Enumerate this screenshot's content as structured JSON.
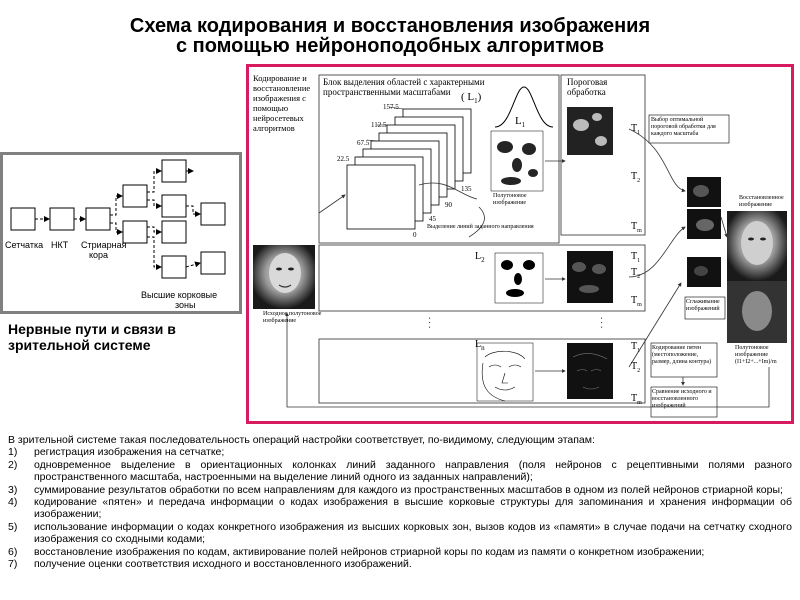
{
  "title": {
    "line1": "Схема кодирования и восстановления изображения",
    "line2": "с помощью  нейроноподобных  алгоритмов"
  },
  "left_diagram": {
    "labels": {
      "retina": "Сетчатка",
      "lgn": "НКТ",
      "striate1": "Стриарная",
      "striate2": "кора",
      "higher1": "Высшие корковые",
      "higher2": "зоны"
    },
    "caption1": "Нервные пути и связи в",
    "caption2": "зрительной системе"
  },
  "main_diagram": {
    "coding_label": "Кодирование и восстановление изображения с помощью нейросетевых алгоритмов",
    "block_title": "Блок выделения областей с характерными пространственными масштабами",
    "block_symbol": "( L",
    "block_sub": "1",
    "block_close": ")",
    "angles": [
      "157.5",
      "112.5",
      "67.5",
      "22.5",
      "135",
      "90",
      "45",
      "0"
    ],
    "lines_label": "Выделение линий заданного направления",
    "halftone": "Полутоновое изображение",
    "source_image": "Исходное полутоновое изображение",
    "threshold_title": "Пороговая обработка",
    "threshold_choice": "Выбор оптимальной пороговой обработки для каждого масштаба",
    "restored": "Восстановленное изображение",
    "smoothing": "Сглаживание изображений",
    "spot_coding": "Кодирование пятен (местоположение, размер, длина контура)",
    "compare": "Сравнение исходного и восстановленного изображений",
    "halftone_formula": "Полутоновое изображение (I1+I2+...+Im)/m",
    "L1": "L",
    "L1s": "1",
    "L2": "L",
    "L2s": "2",
    "Ln": "L",
    "Lns": "n",
    "T": "T",
    "t1": "1",
    "t2": "2",
    "tm": "m",
    "dots": ". . ."
  },
  "body": {
    "intro": "В зрительной системе такая последовательность операций настройки соответствует, по-видимому, следующим этапам:",
    "items": [
      {
        "n": "1)",
        "text": "регистрация изображения на сетчатке;"
      },
      {
        "n": "2)",
        "text": "одновременное выделение в ориентационных колонках линий заданного направления (поля нейронов с рецептивными полями разного пространственного масштаба, настроенными на выделение линий одного из заданных направлений);"
      },
      {
        "n": "3)",
        "text": "суммирование результатов обработки по всем направлениям для каждого из пространственных масштабов в одном из полей нейронов стриарной коры;"
      },
      {
        "n": "4)",
        "text": "кодирование «пятен» и передача информации о кодах изображения в высшие корковые структуры для запоминания и хранения информации об изображении;"
      },
      {
        "n": "5)",
        "text": "использование информации о кодах конкретного изображения из высших корковых зон, вызов кодов из «памяти» в случае подачи на сетчатку сходного изображения со сходными кодами;"
      },
      {
        "n": "6)",
        "text": "восстановление изображения по кодам, активирование полей нейронов стриарной коры по кодам из памяти о конкретном изображении;"
      },
      {
        "n": "7)",
        "text": "получение оценки соответствия исходного и восстановленного изображений."
      }
    ]
  },
  "colors": {
    "frame": "#d81b60",
    "gray_border": "#808080"
  }
}
